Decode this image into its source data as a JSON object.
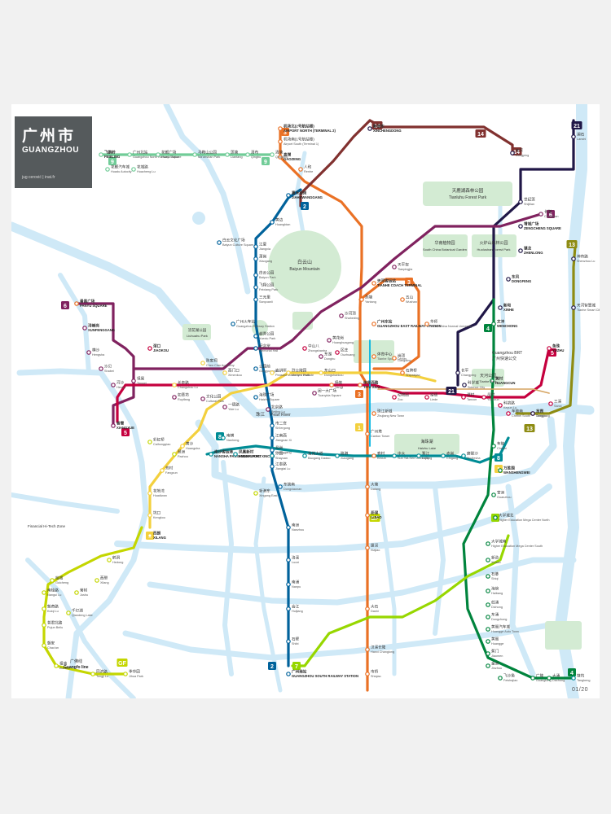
{
  "map": {
    "title_cn": "广州市",
    "title_en": "GUANGZHOU",
    "credit": "jug cerović | inat.fr",
    "page": "01/20",
    "colors": {
      "line1": "#f3d03e",
      "line2": "#00629b",
      "line3": "#ea7125",
      "line4": "#00843d",
      "line5": "#c5003e",
      "line6": "#80225f",
      "line7": "#97d700",
      "line8": "#008c95",
      "line9": "#71cc98",
      "line13": "#8e8c13",
      "line14": "#81312f",
      "line21": "#201747",
      "guangfo": "#c4d600",
      "apm": "#00b5e2",
      "brt": "#d6a461",
      "water": "#cfe9f7",
      "park": "#d3ebd3"
    },
    "badges": [
      {
        "id": "b3a",
        "text": "3"
      },
      {
        "id": "b9a",
        "text": "9"
      },
      {
        "id": "b9b",
        "text": "9"
      },
      {
        "id": "b14a",
        "text": "14"
      },
      {
        "id": "b14b",
        "text": "14"
      },
      {
        "id": "b14c",
        "text": "14"
      },
      {
        "id": "b21a",
        "text": "21"
      },
      {
        "id": "b21b",
        "text": "21"
      },
      {
        "id": "b2a",
        "text": "2"
      },
      {
        "id": "b6a",
        "text": "6"
      },
      {
        "id": "b6b",
        "text": "6"
      },
      {
        "id": "b13a",
        "text": "13"
      },
      {
        "id": "b13b",
        "text": "13"
      },
      {
        "id": "b5a",
        "text": "5"
      },
      {
        "id": "b5b",
        "text": "5"
      },
      {
        "id": "b3b",
        "text": "3"
      },
      {
        "id": "b3c",
        "text": "3"
      },
      {
        "id": "b4a",
        "text": "4"
      },
      {
        "id": "b4b",
        "text": "4"
      },
      {
        "id": "b8a",
        "text": "8"
      },
      {
        "id": "b8b",
        "text": "8"
      },
      {
        "id": "b1a",
        "text": "1"
      },
      {
        "id": "b1b",
        "text": "1"
      },
      {
        "id": "b1c",
        "text": "1"
      },
      {
        "id": "b7a",
        "text": "7"
      },
      {
        "id": "b7b",
        "text": "7"
      },
      {
        "id": "bgfa",
        "text": "GF"
      },
      {
        "id": "bgfb",
        "text": "GF"
      },
      {
        "id": "b2b",
        "text": "2"
      }
    ],
    "stations": [
      {
        "cn": "机场北(2号航站楼)",
        "en": "AIRPORT NORTH (TERMINAL 2)"
      },
      {
        "cn": "机场南(1号航站楼)",
        "en": "Airport South (Terminal 1)"
      },
      {
        "cn": "人和",
        "en": "Renhe"
      },
      {
        "cn": "高增",
        "en": "GAOZENG"
      },
      {
        "cn": "飞鹅岭",
        "en": "FEIELING"
      },
      {
        "cn": "广州北站",
        "en": "Guangzhou North Railway Station"
      },
      {
        "cn": "花都广场",
        "en": "Huadu Square"
      },
      {
        "cn": "马鞍山公园",
        "en": "Ma'anshan Park"
      },
      {
        "cn": "莲塘",
        "en": "Liantang"
      },
      {
        "cn": "清布",
        "en": "Qingbu"
      },
      {
        "cn": "清塘",
        "en": "Qingtang"
      },
      {
        "cn": "花都汽车城",
        "en": "Huadu Autocity"
      },
      {
        "cn": "花城路",
        "en": "Huacheng Lu"
      },
      {
        "cn": "嘉禾望岗",
        "en": "JIAHEWANGGANG"
      },
      {
        "cn": "黄边",
        "en": "Huangbian"
      },
      {
        "cn": "江夏",
        "en": "Jiangxia"
      },
      {
        "cn": "萧岗",
        "en": "Xiaogang"
      },
      {
        "cn": "白云文化广场",
        "en": "Baiyun Culture Square"
      },
      {
        "cn": "白云公园",
        "en": "Baiyun Park"
      },
      {
        "cn": "飞翔公园",
        "en": "Feixiang Park"
      },
      {
        "cn": "三元里",
        "en": "Sanyuanli"
      },
      {
        "cn": "广州火车站",
        "en": "Guangzhou Railway Station"
      },
      {
        "cn": "越秀公园",
        "en": "Yuexiu Park"
      },
      {
        "cn": "纪念堂",
        "en": "Memorial Hall"
      },
      {
        "cn": "公园前",
        "en": "Gongyuanqian"
      },
      {
        "cn": "海珠广场",
        "en": "Haizhu Square"
      },
      {
        "cn": "市二宫",
        "en": "Shi'ergong"
      },
      {
        "cn": "江南西",
        "en": "Jiangnan Xi"
      },
      {
        "cn": "昌岗",
        "en": "Changgang"
      },
      {
        "cn": "江泰路",
        "en": "Jiangtai Lu"
      },
      {
        "cn": "东晓南",
        "en": "Dongxiaonan"
      },
      {
        "cn": "南洲",
        "en": "Nanzhou"
      },
      {
        "cn": "洛溪",
        "en": "Luoxi"
      },
      {
        "cn": "南浦",
        "en": "Nanpu"
      },
      {
        "cn": "会江",
        "en": "Huijiang"
      },
      {
        "cn": "石壁",
        "en": "Shibi"
      },
      {
        "cn": "广州南站",
        "en": "GUANGZHOU SOUTH RAILWAY STATION"
      },
      {
        "cn": "西朗",
        "en": "XILANG"
      },
      {
        "cn": "坑口",
        "en": "Kengkou"
      },
      {
        "cn": "花地湾",
        "en": "Huadiwan"
      },
      {
        "cn": "芳村",
        "en": "Fangcun"
      },
      {
        "cn": "黄沙",
        "en": "Huangsha"
      },
      {
        "cn": "长寿路",
        "en": "Changshou Lu"
      },
      {
        "cn": "陈家祠",
        "en": "Chen Clan Academy"
      },
      {
        "cn": "西门口",
        "en": "Ximenkou"
      },
      {
        "cn": "农讲所",
        "en": "Peasant Movement Institute"
      },
      {
        "cn": "烈士陵园",
        "en": "Martyrs' Park"
      },
      {
        "cn": "东山口",
        "en": "Dongshankou"
      },
      {
        "cn": "杨箕",
        "en": "Yangji"
      },
      {
        "cn": "体育西路",
        "en": "TIYU XILU"
      },
      {
        "cn": "体育中心",
        "en": "Tianhe Sports Center"
      },
      {
        "cn": "广州东站",
        "en": "GUANGZHOU EAST RAILWAY STATION"
      },
      {
        "cn": "燕塘",
        "en": "Yantang"
      },
      {
        "cn": "天河客运站",
        "en": "TIANHE COACH TERMINAL"
      },
      {
        "cn": "五山",
        "en": "Wushan"
      },
      {
        "cn": "华师",
        "en": "South China Normal University"
      },
      {
        "cn": "岗顶",
        "en": "Gangding"
      },
      {
        "cn": "石牌桥",
        "en": "Shipaiqiao"
      },
      {
        "cn": "珠江新城",
        "en": "Zhujiang New Town"
      },
      {
        "cn": "广州塔",
        "en": "Canton Tower"
      },
      {
        "cn": "客村",
        "en": "Kecun"
      },
      {
        "cn": "大塘",
        "en": "Datang"
      },
      {
        "cn": "沥滘",
        "en": "LIJIAO"
      },
      {
        "cn": "厦滘",
        "en": "Xiajiao"
      },
      {
        "cn": "大石",
        "en": "Dashi"
      },
      {
        "cn": "汉溪长隆",
        "en": "Hanxi Changlong"
      },
      {
        "cn": "市桥",
        "en": "Shiqiao"
      },
      {
        "cn": "番禺广场",
        "en": "PANYU SQUARE"
      },
      {
        "cn": "浔峰岗",
        "en": "XUNFENGGANG"
      },
      {
        "cn": "横沙",
        "en": "Hengsha"
      },
      {
        "cn": "沙贝",
        "en": "Shabei"
      },
      {
        "cn": "河沙",
        "en": "Hesha"
      },
      {
        "cn": "坦尾",
        "en": "Tanwei"
      },
      {
        "cn": "如意坊",
        "en": "Ruyifang"
      },
      {
        "cn": "文化公园",
        "en": "Cultural Park"
      },
      {
        "cn": "一德路",
        "en": "Yide Lu"
      },
      {
        "cn": "北京路",
        "en": "Beijing Lu"
      },
      {
        "cn": "团一大广场",
        "en": "Tuanyida Square"
      },
      {
        "cn": "东湖",
        "en": "Donghu"
      },
      {
        "cn": "黄花岗",
        "en": "Huanghuagang"
      },
      {
        "cn": "沙河顶",
        "en": "Shaheding"
      },
      {
        "cn": "天平架",
        "en": "Tianpingjia"
      },
      {
        "cn": "长湴",
        "en": "Changban"
      },
      {
        "cn": "香雪",
        "en": "XIANGXUE"
      },
      {
        "cn": "滘口",
        "en": "JIAOKOU"
      },
      {
        "cn": "中山八",
        "en": "Zhongshanba"
      },
      {
        "cn": "区庄",
        "en": "Ouzhuang"
      },
      {
        "cn": "动物园",
        "en": "Zoo"
      },
      {
        "cn": "猎德",
        "en": "Liede"
      },
      {
        "cn": "潭村",
        "en": "Tancun"
      },
      {
        "cn": "员村",
        "en": "Yuancun"
      },
      {
        "cn": "科韵路",
        "en": "Keyun Lu"
      },
      {
        "cn": "车陂南",
        "en": "Chebei South"
      },
      {
        "cn": "东圃",
        "en": "Dongpu"
      },
      {
        "cn": "三溪",
        "en": "Sanxi"
      },
      {
        "cn": "鱼珠",
        "en": "YUZHU"
      },
      {
        "cn": "文冲",
        "en": "WENCHONG"
      },
      {
        "cn": "黄村",
        "en": "HUANGCUN"
      },
      {
        "cn": "车陂",
        "en": "Chebei"
      },
      {
        "cn": "万胜围",
        "en": "WANSHENGWEI"
      },
      {
        "cn": "官洲",
        "en": "Guanzhou"
      },
      {
        "cn": "大学城北",
        "en": "Higher Education Mega Center North"
      },
      {
        "cn": "大学城南",
        "en": "Higher Education Mega Center South"
      },
      {
        "cn": "新造",
        "en": "Xinzao"
      },
      {
        "cn": "石碁",
        "en": "Shiqi"
      },
      {
        "cn": "海傍",
        "en": "Haibang"
      },
      {
        "cn": "低涌",
        "en": "Dichong"
      },
      {
        "cn": "东涌",
        "en": "Dongchong"
      },
      {
        "cn": "黄阁汽车城",
        "en": "Huangge Auto Town"
      },
      {
        "cn": "黄阁",
        "en": "Huangge"
      },
      {
        "cn": "蕉门",
        "en": "Jiaomen"
      },
      {
        "cn": "金洲",
        "en": "Jinzhou"
      },
      {
        "cn": "飞沙角",
        "en": "Feishajiao"
      },
      {
        "cn": "广隆",
        "en": "Guanglong"
      },
      {
        "cn": "大涌",
        "en": "Dachong"
      },
      {
        "cn": "塘坑",
        "en": "Tangkeng"
      },
      {
        "cn": "南横",
        "en": "Nanheng"
      },
      {
        "cn": "南沙客运港",
        "en": "NANSHA PASSENGER PORT"
      },
      {
        "cn": "凤凰新村",
        "en": "FENGHUANG XINCUN"
      },
      {
        "cn": "沙园",
        "en": "Shayuan"
      },
      {
        "cn": "宝岗大道",
        "en": "Baogang Dadao"
      },
      {
        "cn": "晓港",
        "en": "Xiaogang"
      },
      {
        "cn": "中大",
        "en": "Sun Yat-Sen University"
      },
      {
        "cn": "鹭江",
        "en": "Lujiang"
      },
      {
        "cn": "赤岗",
        "en": "Chigang"
      },
      {
        "cn": "磨碟沙",
        "en": "Modiesha"
      },
      {
        "cn": "新港东",
        "en": "Xingang East"
      },
      {
        "cn": "琶洲",
        "en": "Pazhou"
      },
      {
        "cn": "彩虹桥",
        "en": "Caihongqiao"
      },
      {
        "cn": "鹤洞",
        "en": "Hedong"
      },
      {
        "cn": "西塱",
        "en": "Xilang"
      },
      {
        "cn": "菊树",
        "en": "Jushu"
      },
      {
        "cn": "千灯湖",
        "en": "Qiandeng Lake"
      },
      {
        "cn": "桂城",
        "en": "Guicheng"
      },
      {
        "cn": "南桂路",
        "en": "Nangui Lu"
      },
      {
        "cn": "魁奇路",
        "en": "Kuiqi Lu"
      },
      {
        "cn": "普君北路",
        "en": "Pujun Beilu"
      },
      {
        "cn": "朝安",
        "en": "Chao'an"
      },
      {
        "cn": "祖庙",
        "en": "Zumiao"
      },
      {
        "cn": "同济路",
        "en": "Tongji Lu"
      },
      {
        "cn": "季华园",
        "en": "Jihua Park"
      },
      {
        "cn": "澜石",
        "en": "Lanshi"
      },
      {
        "cn": "世纪莲",
        "en": "Shijilian"
      },
      {
        "cn": "东平",
        "en": "Dongping"
      },
      {
        "cn": "新城东",
        "en": "XINCHENGDONG"
      },
      {
        "cn": "增城广场",
        "en": "ZENGCHENG SQUARE"
      },
      {
        "cn": "镇龙",
        "en": "ZHENLONG"
      },
      {
        "cn": "东风",
        "en": "DONGFENG"
      },
      {
        "cn": "新和",
        "en": "XINHE"
      },
      {
        "cn": "长平",
        "en": "Changping"
      },
      {
        "cn": "科学城",
        "en": "Science City"
      },
      {
        "cn": "神舟路",
        "en": "Shenzhou Lu"
      },
      {
        "cn": "天河智慧城",
        "en": "Tianhe Smart City"
      },
      {
        "cn": "棠东",
        "en": "Tangdong"
      },
      {
        "cn": "天河公园",
        "en": "Tianhe Park"
      },
      {
        "cn": "新沙",
        "en": "XINSHA"
      },
      {
        "cn": "夏园",
        "en": "Xiayuan"
      },
      {
        "cn": "鱼珠",
        "en": "Yuzhu"
      }
    ],
    "landmarks": [
      {
        "cn": "白云山",
        "en": "Baiyun Mountain"
      },
      {
        "cn": "天鹿湖森林公园",
        "en": "Tianluhu Forest Park"
      },
      {
        "cn": "华南植物园",
        "en": "South China Botanical Garden"
      },
      {
        "cn": "火炉山森林公园",
        "en": "Huolushan Forest Park"
      },
      {
        "cn": "珠江",
        "en": "Pearl River"
      },
      {
        "cn": "海珠湖",
        "en": "Haizhu Lake"
      },
      {
        "cn": "天河公园",
        "en": "Tianhe Park"
      },
      {
        "cn": "流花湖公园",
        "en": "Liuhuahu Park"
      }
    ],
    "brt": {
      "cn": "广州快速公交",
      "en": "Guangzhou BRT"
    },
    "guangfo": {
      "cn": "广佛线",
      "en": "Guangfo line"
    },
    "finance_zone": "Financial Hi-Tech Zone"
  }
}
